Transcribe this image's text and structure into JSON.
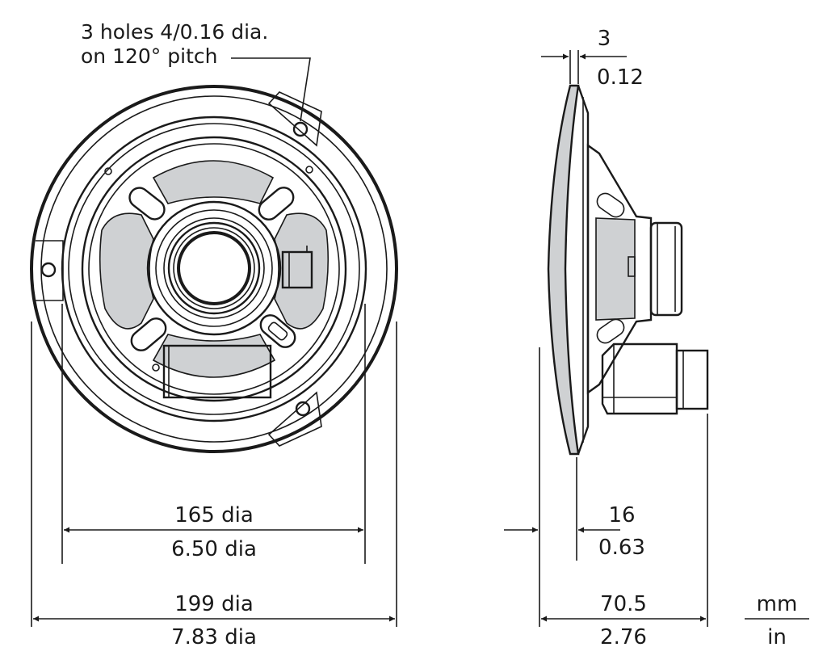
{
  "annotations": {
    "holes_line1": "3 holes 4/0.16 dia.",
    "holes_line2": "on 120° pitch"
  },
  "front_view": {
    "inner_dia_mm": "165 dia",
    "inner_dia_in": "6.50 dia",
    "outer_dia_mm": "199 dia",
    "outer_dia_in": "7.83 dia"
  },
  "side_view": {
    "flange_mm": "3",
    "flange_in": "0.12",
    "mount_depth_mm": "16",
    "mount_depth_in": "0.63",
    "total_depth_mm": "70.5",
    "total_depth_in": "2.76"
  },
  "units": {
    "top": "mm",
    "bottom": "in"
  }
}
